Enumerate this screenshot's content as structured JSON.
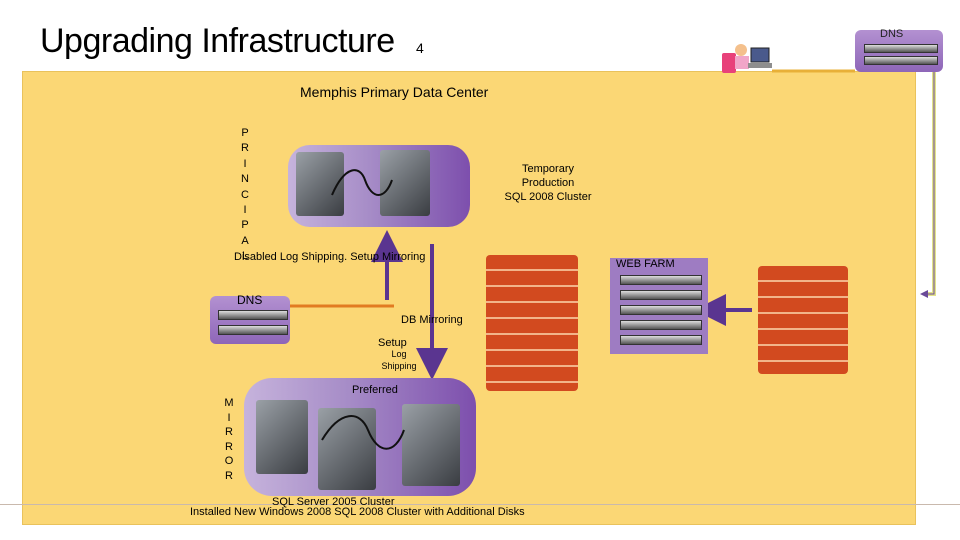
{
  "slide": {
    "title": "Upgrading Infrastructure",
    "title_number": "4"
  },
  "diagram": {
    "datacenter_label": "Memphis Primary Data Center",
    "principal_letters": [
      "P",
      "R",
      "I",
      "N",
      "C",
      "I",
      "P",
      "A",
      "L"
    ],
    "mirror_letters": [
      "M",
      "I",
      "R",
      "R",
      "O",
      "R"
    ],
    "temp_cluster_label": [
      "Temporary",
      "Production",
      "SQL 2008 Cluster"
    ],
    "disabled_label": "Disabled Log Shipping. Setup Mirroring",
    "dns_left_label": "DNS",
    "dns_top_right_label": "DNS",
    "web_farm_label": "WEB FARM",
    "db_mirroring_label": "DB Mirroring",
    "setup_label": "Setup",
    "log_shipping_label": [
      "Log",
      "Shipping"
    ],
    "preferred_label": "Preferred",
    "sql2005_label": "SQL Server 2005 Cluster",
    "install_label": "Installed New Windows 2008 SQL 2008 Cluster with Additional Disks"
  },
  "colors": {
    "panel": "#fbd775",
    "purple": "#7d4fad",
    "arrow": "#5a3590",
    "dns_link": "#e8b038",
    "orange_line": "#e27b21",
    "yellow_link": "#e2e289"
  }
}
